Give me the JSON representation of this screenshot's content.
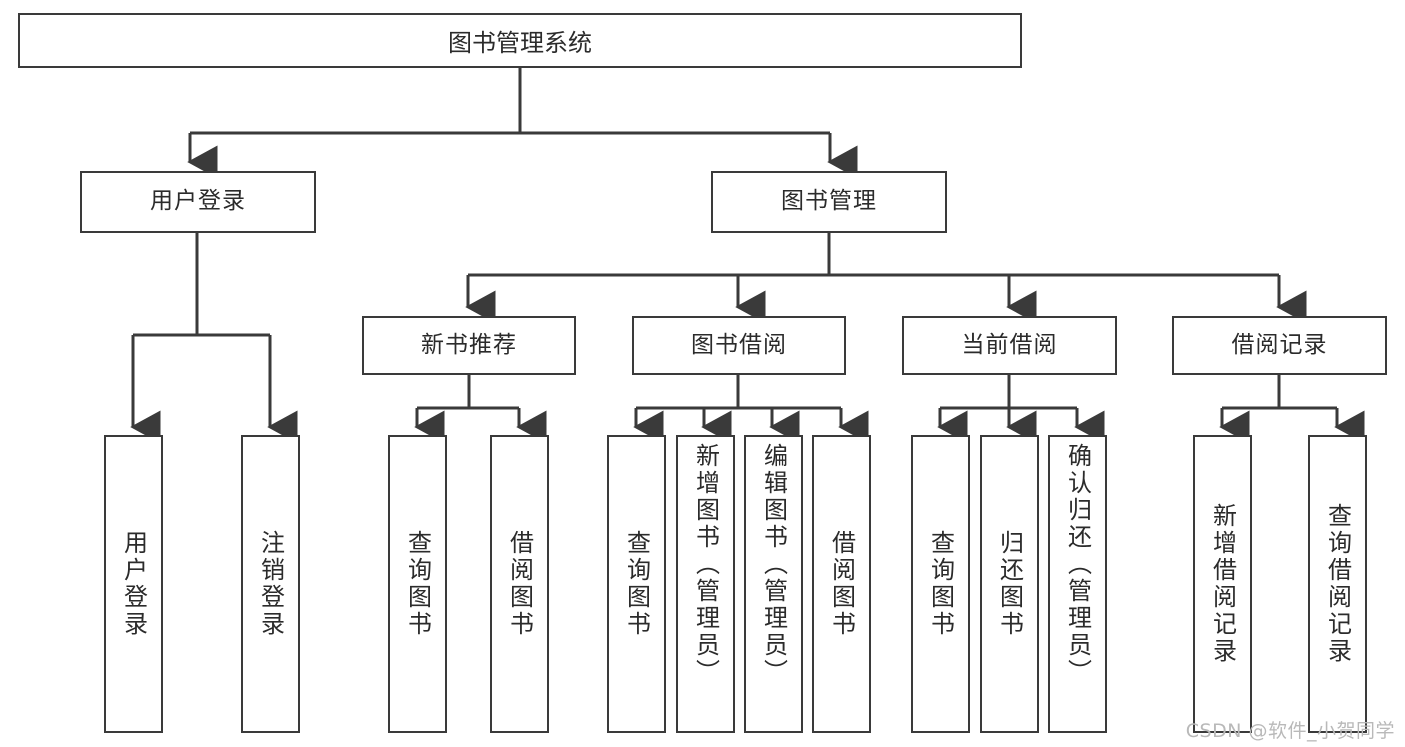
{
  "diagram": {
    "title": "图书管理系统",
    "root": {
      "label": "图书管理系统"
    },
    "level2": [
      {
        "label": "用户登录"
      },
      {
        "label": "图书管理"
      }
    ],
    "level3": [
      {
        "label": "新书推荐"
      },
      {
        "label": "图书借阅"
      },
      {
        "label": "当前借阅"
      },
      {
        "label": "借阅记录"
      }
    ],
    "leaves": {
      "user_login": [
        {
          "label": "用户登录"
        },
        {
          "label": "注销登录"
        }
      ],
      "new_book_recommend": [
        {
          "label": "查询图书"
        },
        {
          "label": "借阅图书"
        }
      ],
      "book_borrow": [
        {
          "label": "查询图书"
        },
        {
          "label": "新增图书（管理员）"
        },
        {
          "label": "编辑图书（管理员）"
        },
        {
          "label": "借阅图书"
        }
      ],
      "current_borrow": [
        {
          "label": "查询图书"
        },
        {
          "label": "归还图书"
        },
        {
          "label": "确认归还（管理员）"
        }
      ],
      "borrow_record": [
        {
          "label": "新增借阅记录"
        },
        {
          "label": "查询借阅记录"
        }
      ]
    }
  },
  "watermark": {
    "text": "CSDN @软件_小贺同学"
  },
  "colors": {
    "stroke": "#3a3a3a",
    "text": "#2b2b2b",
    "background": "#ffffff",
    "watermark": "#b9b9b9"
  }
}
